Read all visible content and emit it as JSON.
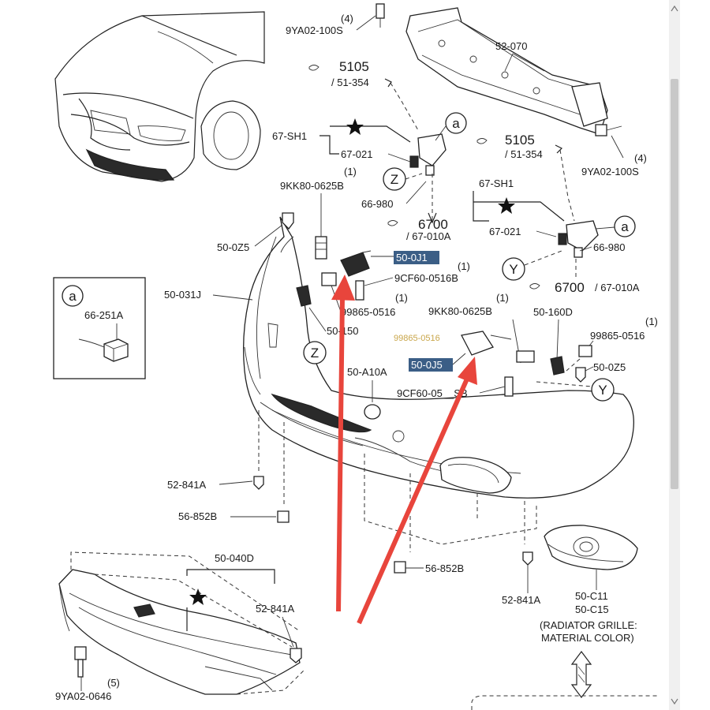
{
  "labels": {
    "qty4_top": "(4)",
    "bolt_9YA02_100S_top": "9YA02-100S",
    "part_52_070": "52-070",
    "ref_5105_a": "5105",
    "ref_51_354_a": "/ 51-354",
    "part_67_SH1_a": "67-SH1",
    "part_67_021_a": "67-021",
    "circle_a_1": "a",
    "circle_Z_1": "Z",
    "part_66_980_a": "66-980",
    "ref_6700_a": "6700",
    "ref_67_010A_a": "/ 67-010A",
    "qty1_9KK_a": "(1)",
    "bolt_9KK80_0625B_a": "9KK80-0625B",
    "part_50_0Z5_a": "50-0Z5",
    "highlight_50_0J1": "50-0J1",
    "qty1_9CF_a": "(1)",
    "bolt_9CF60_0516B_a": "9CF60-0516B",
    "circle_a_inset": "a",
    "part_66_251A": "66-251A",
    "part_50_031J": "50-031J",
    "qty1_99865_a": "(1)",
    "bolt_99865_0516_a": "99865-0516",
    "part_50_150": "50-150",
    "circle_Z_2": "Z",
    "ref_5105_b": "5105",
    "ref_51_354_b": "/ 51-354",
    "qty4_right": "(4)",
    "bolt_9YA02_100S_right": "9YA02-100S",
    "part_67_SH1_b": "67-SH1",
    "part_67_021_b": "67-021",
    "circle_a_2": "a",
    "part_66_980_b": "66-980",
    "circle_Y_1": "Y",
    "ref_6700_b": "6700",
    "ref_67_010A_b": "/ 67-010A",
    "qty1_9KK_b": "(1)",
    "bolt_9KK80_0625B_b": "9KK80-0625B",
    "part_50_160D": "50-160D",
    "qty1_99865_b": "(1)",
    "bolt_99865_0516_b": "99865-0516",
    "faint_99865": "99865-0516",
    "highlight_50_0J5": "50-0J5",
    "part_50_A10A": "50-A10A",
    "part_50_0Z5_b": "50-0Z5",
    "circle_Y_2": "Y",
    "bolt_9CF60_05_SB": "9CF60-05__SB",
    "part_52_841A_a": "52-841A",
    "part_56_852B_a": "56-852B",
    "part_56_852B_b": "56-852B",
    "part_50_040D": "50-040D",
    "part_52_841A_b": "52-841A",
    "part_52_841A_c": "52-841A",
    "qty5": "(5)",
    "bolt_9YA02_0646": "9YA02-0646",
    "part_50_C11": "50-C11",
    "part_50_C15": "50-C15",
    "note_line1": "(RADIATOR GRILLE:",
    "note_line2": "MATERIAL COLOR)"
  },
  "colors": {
    "arrow": "#e8453c",
    "highlight_bg": "#3b5e86",
    "highlight_text": "#ffffff",
    "faint_label": "#c9a64a",
    "ink": "#1a1a1a"
  },
  "icons": {
    "ref_marker": "book-ref-icon",
    "star": "star-icon",
    "double_arrow": "double-arrow-icon"
  }
}
